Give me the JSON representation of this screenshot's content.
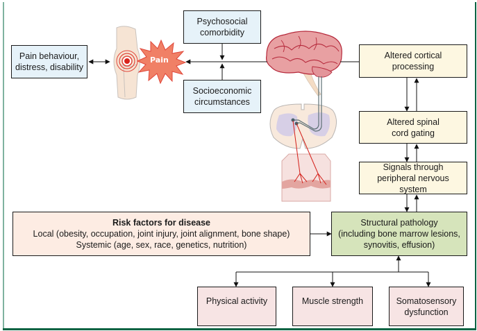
{
  "diagram": {
    "top_row": {
      "pain_behaviour": [
        "Pain behaviour,",
        "distress, disability"
      ],
      "pain_label": "Pain",
      "psychosocial": [
        "Psychosocial",
        "comorbidity"
      ],
      "socioeconomic": [
        "Socioeconomic",
        "circumstances"
      ]
    },
    "nervous_chain": {
      "cortical": [
        "Altered cortical",
        "processing"
      ],
      "spinal": [
        "Altered spinal",
        "cord gating"
      ],
      "peripheral": [
        "Signals through",
        "peripheral nervous system"
      ]
    },
    "structural": [
      "Structural pathology",
      "(including bone marrow lesions,",
      "synovitis, effusion)"
    ],
    "risk_factors": {
      "title": "Risk factors for disease",
      "local": "Local (obesity, occupation, joint injury, joint alignment, bone shape)",
      "systemic": "Systemic (age, sex, race, genetics, nutrition)"
    },
    "modifiers": {
      "physical_activity": [
        "Physical activity"
      ],
      "muscle_strength": [
        "Muscle strength"
      ],
      "somatosensory": [
        "Somatosensory",
        "dysfunction"
      ]
    },
    "illustrations": {
      "knee": "knee-joint-illustration",
      "brain": "brain-illustration",
      "spinal_cord": "spinal-cord-cross-section",
      "tissue": "peripheral-tissue-with-nerves"
    },
    "colors": {
      "blue_box": "#e6f2f9",
      "cream_box": "#fdf7e1",
      "green_box": "#d6e4bb",
      "peach_box": "#fdece3",
      "pink_box": "#f7e4e4",
      "pain_burst": "#f08066",
      "frame_dark": "#0b6342",
      "frame_light": "#7fb3a0"
    }
  }
}
